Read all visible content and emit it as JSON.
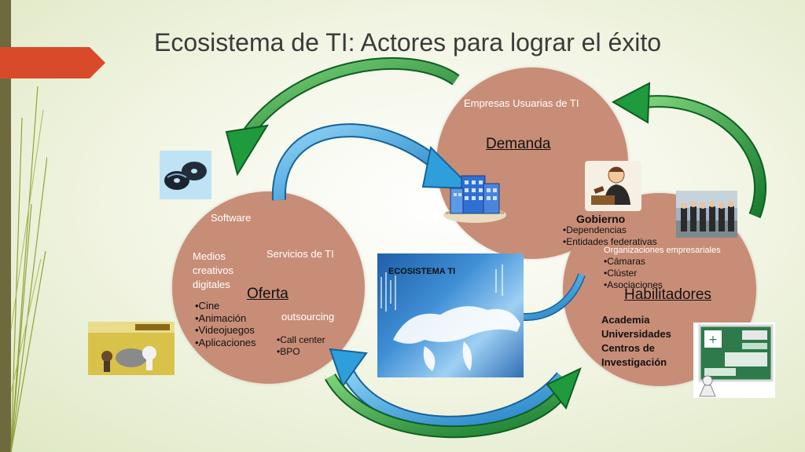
{
  "slide": {
    "title": "Ecosistema de TI: Actores para lograr el éxito"
  },
  "demanda": {
    "caption": "Empresas Usuarias de TI",
    "heading": "Demanda"
  },
  "oferta": {
    "software": "Software",
    "medios_lines": [
      "Medios",
      "creativos",
      "digitales"
    ],
    "servicios": "Servicios de TI",
    "heading": "Oferta",
    "outsourcing": "outsourcing",
    "media_items": [
      "•Cine",
      "•Animación",
      "•Videojuegos",
      "•Aplicaciones"
    ],
    "outsourcing_items": [
      "•Call center",
      "•BPO"
    ]
  },
  "habilitadores": {
    "gobierno": "Gobierno",
    "gobierno_items": [
      "•Dependencias",
      "•Entidades federativas"
    ],
    "org_label": "Organizaciones empresariales",
    "org_items": [
      "•Cámaras",
      "•Clúster",
      "•Asociaciones"
    ],
    "heading": "Habilitadores",
    "academia_items": [
      "Academia",
      "Universidades",
      "Centros de",
      "Investigación"
    ]
  },
  "center": {
    "label": "ECOSISTEMA TI"
  },
  "colors": {
    "circle": "#c88d77",
    "green_arrow": "#1f9a3c",
    "blue_arrow": "#2f9fdc",
    "tab": "#d94a2a"
  },
  "icons": [
    "discs-icon",
    "building-icon",
    "judge-icon",
    "group-photo-icon",
    "movie-poster-icon",
    "world-map-icon",
    "presentation-board-icon"
  ]
}
